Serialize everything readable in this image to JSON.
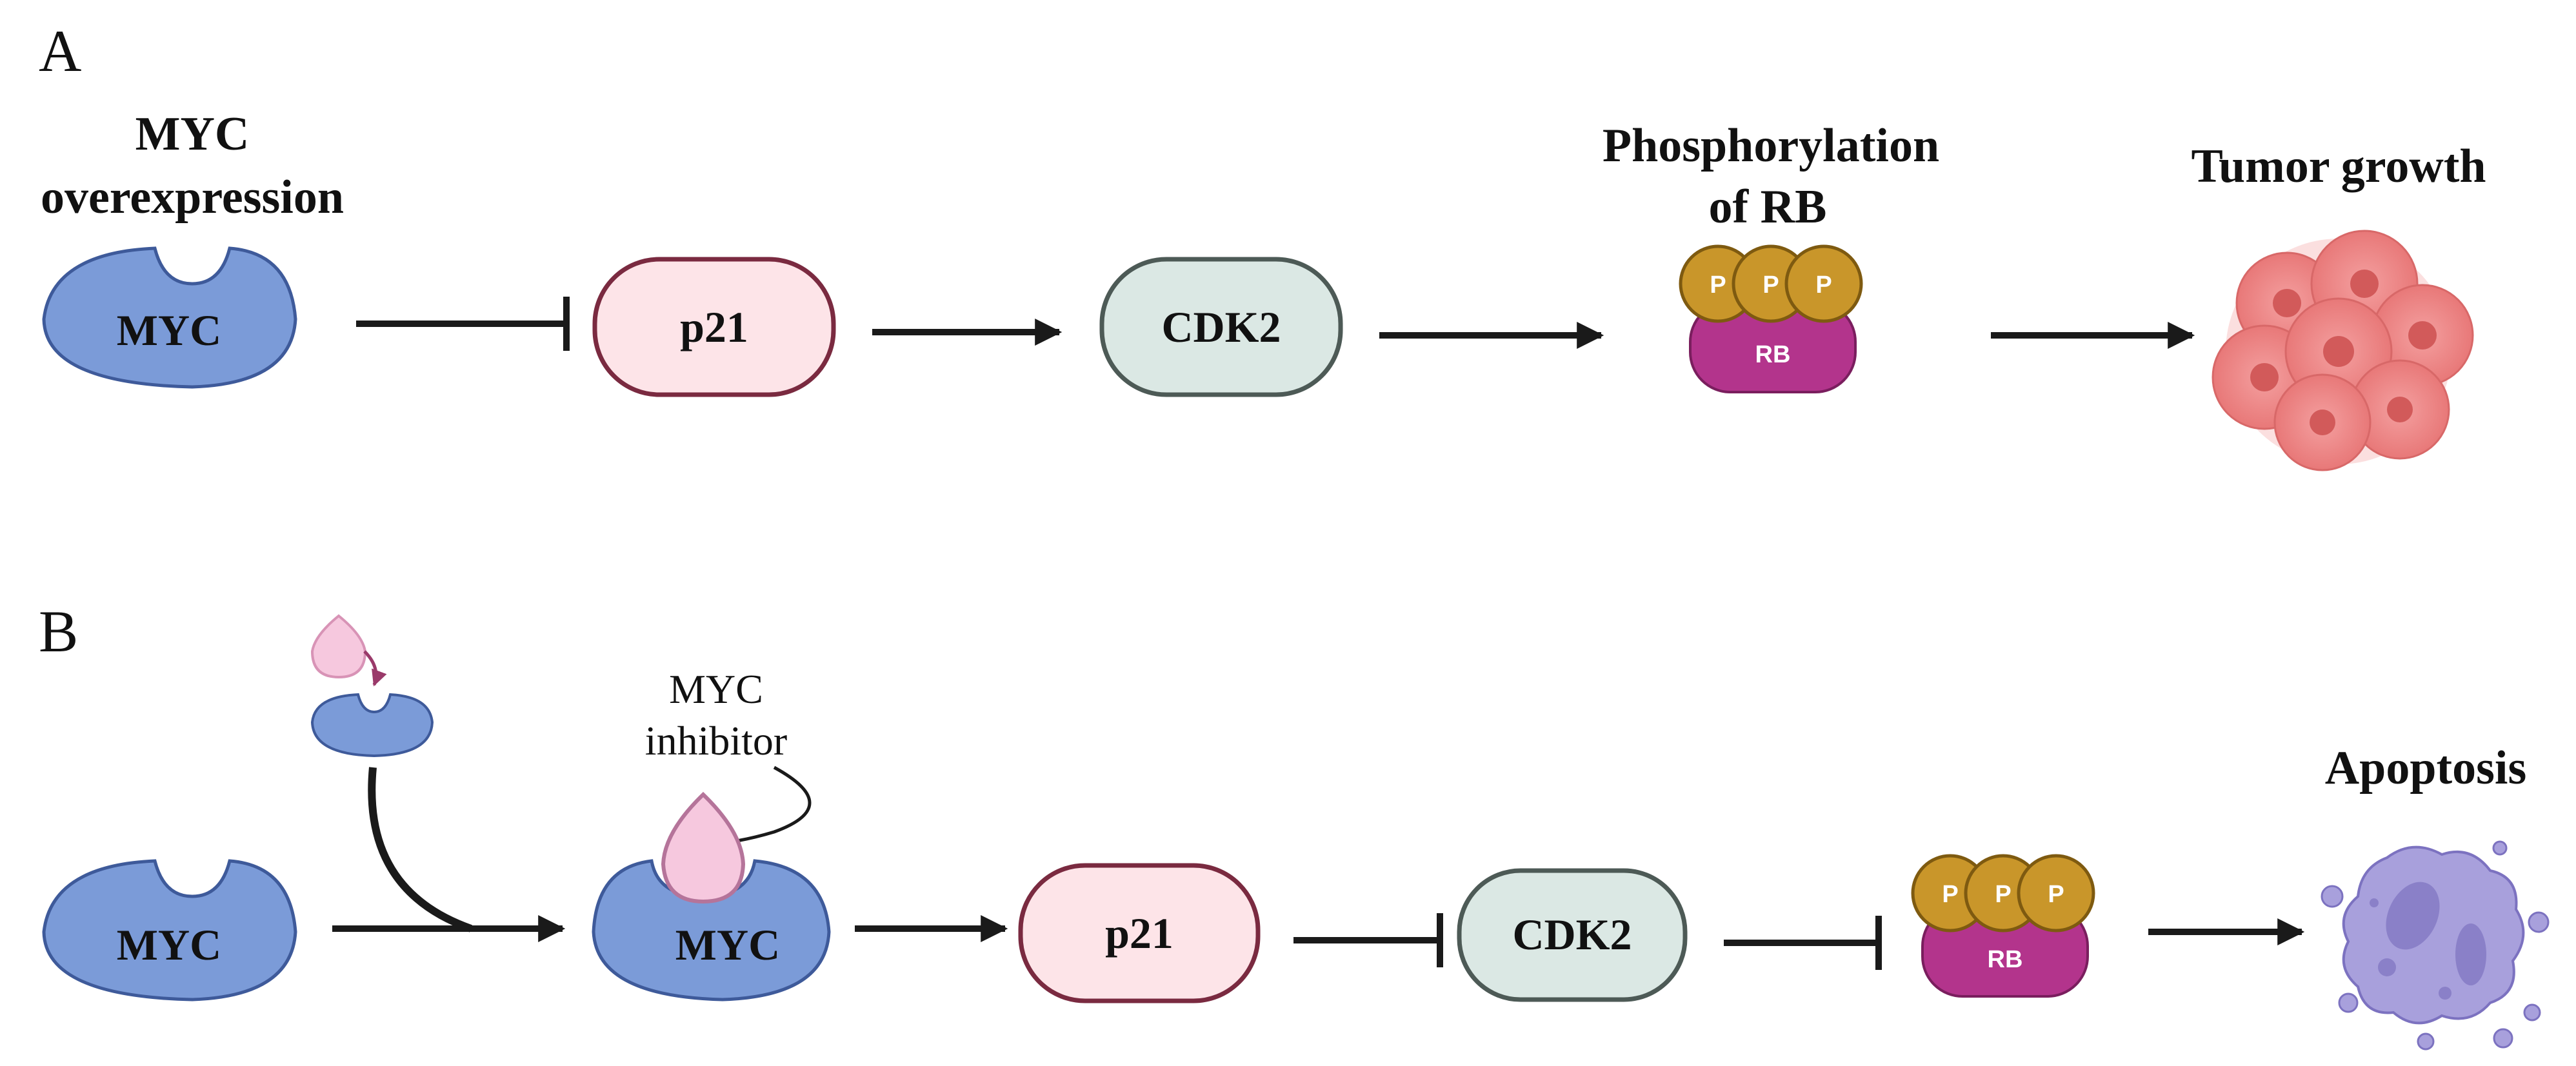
{
  "panels": {
    "a": {
      "letter": "A",
      "myc_title_line1": "MYC",
      "myc_title_line2": "overexpression",
      "myc_label": "MYC",
      "p21_label": "p21",
      "cdk2_label": "CDK2",
      "rb_title_line1": "Phosphorylation",
      "rb_title_line2": "of RB",
      "phospho_label": "P",
      "rb_label": "RB",
      "outcome_title": "Tumor growth"
    },
    "b": {
      "letter": "B",
      "myc_label": "MYC",
      "inhibitor_line1": "MYC",
      "inhibitor_line2": "inhibitor",
      "bound_myc_label": "MYC",
      "p21_label": "p21",
      "cdk2_label": "CDK2",
      "phospho_label": "P",
      "rb_label": "RB",
      "outcome_title": "Apoptosis"
    }
  },
  "colors": {
    "myc_fill": "#7b9bd8",
    "myc_stroke": "#3e5a9a",
    "p21_fill": "#fde4e8",
    "p21_stroke": "#7a2a40",
    "cdk2_fill": "#dbe8e4",
    "cdk2_stroke": "#4d5a56",
    "phospho_fill": "#c9962a",
    "rb_fill": "#b3348c",
    "inhibitor_fill": "#f6c8de",
    "tumor_fill": "#f08a8a",
    "apoptosis_fill": "#a8a0dc",
    "arrow_color": "#1a1a1a"
  },
  "icons": [
    "myc-protein-icon",
    "inhibitor-droplet-icon",
    "tumor-cells-icon",
    "apoptotic-cell-icon"
  ]
}
